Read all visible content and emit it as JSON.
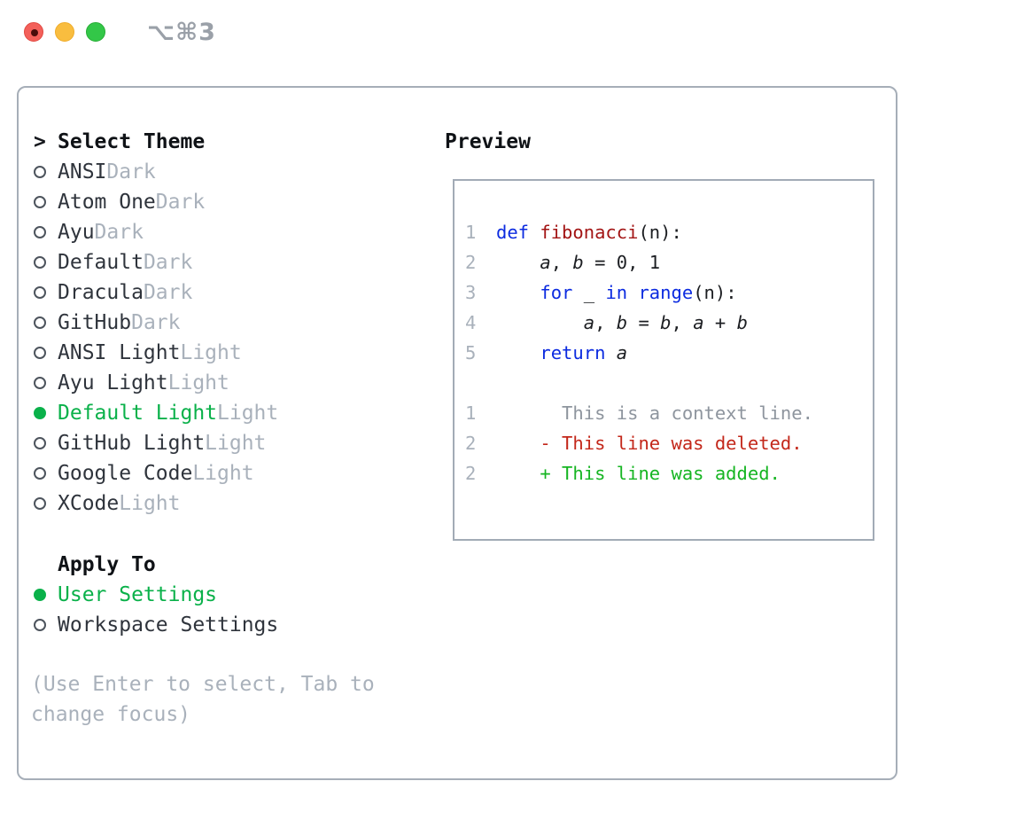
{
  "titlebar": {
    "title": "⌥⌘3"
  },
  "theme_panel": {
    "prompt": ">",
    "header": "Select Theme",
    "items": [
      {
        "name": "ANSI",
        "variant": "Dark",
        "selected": false
      },
      {
        "name": "Atom One",
        "variant": "Dark",
        "selected": false
      },
      {
        "name": "Ayu",
        "variant": "Dark",
        "selected": false
      },
      {
        "name": "Default",
        "variant": "Dark",
        "selected": false
      },
      {
        "name": "Dracula",
        "variant": "Dark",
        "selected": false
      },
      {
        "name": "GitHub",
        "variant": "Dark",
        "selected": false
      },
      {
        "name": "ANSI Light",
        "variant": "Light",
        "selected": false
      },
      {
        "name": "Ayu Light",
        "variant": "Light",
        "selected": false
      },
      {
        "name": "Default Light",
        "variant": "Light",
        "selected": true
      },
      {
        "name": "GitHub Light",
        "variant": "Light",
        "selected": false
      },
      {
        "name": "Google Code",
        "variant": "Light",
        "selected": false
      },
      {
        "name": "XCode",
        "variant": "Light",
        "selected": false
      }
    ]
  },
  "apply_panel": {
    "header": "Apply To",
    "options": [
      {
        "label": "User Settings",
        "selected": true
      },
      {
        "label": "Workspace Settings",
        "selected": false
      }
    ]
  },
  "hint": "(Use Enter to select, Tab to change focus)",
  "preview": {
    "header": "Preview",
    "code_lines": [
      {
        "num": "1",
        "tokens": [
          {
            "t": "def",
            "c": "kw"
          },
          {
            "t": " ",
            "c": "plain"
          },
          {
            "t": "fibonacci",
            "c": "fn"
          },
          {
            "t": "(n):",
            "c": "plain"
          }
        ]
      },
      {
        "num": "2",
        "tokens": [
          {
            "t": "    ",
            "c": "plain"
          },
          {
            "t": "a",
            "c": "var"
          },
          {
            "t": ", ",
            "c": "plain"
          },
          {
            "t": "b",
            "c": "var"
          },
          {
            "t": " = 0, 1",
            "c": "plain"
          }
        ]
      },
      {
        "num": "3",
        "tokens": [
          {
            "t": "    ",
            "c": "plain"
          },
          {
            "t": "for",
            "c": "kw"
          },
          {
            "t": " _ ",
            "c": "plain"
          },
          {
            "t": "in",
            "c": "kw"
          },
          {
            "t": " ",
            "c": "plain"
          },
          {
            "t": "range",
            "c": "kw"
          },
          {
            "t": "(n):",
            "c": "plain"
          }
        ]
      },
      {
        "num": "4",
        "tokens": [
          {
            "t": "        ",
            "c": "plain"
          },
          {
            "t": "a",
            "c": "var"
          },
          {
            "t": ", ",
            "c": "plain"
          },
          {
            "t": "b",
            "c": "var"
          },
          {
            "t": " = ",
            "c": "plain"
          },
          {
            "t": "b",
            "c": "var"
          },
          {
            "t": ", ",
            "c": "plain"
          },
          {
            "t": "a",
            "c": "var"
          },
          {
            "t": " + ",
            "c": "plain"
          },
          {
            "t": "b",
            "c": "var"
          }
        ]
      },
      {
        "num": "5",
        "tokens": [
          {
            "t": "    ",
            "c": "plain"
          },
          {
            "t": "return",
            "c": "kw"
          },
          {
            "t": " ",
            "c": "plain"
          },
          {
            "t": "a",
            "c": "var"
          }
        ]
      }
    ],
    "diff_lines": [
      {
        "num": "1",
        "kind": "context",
        "text": "      This is a context line."
      },
      {
        "num": "2",
        "kind": "deleted",
        "text": "    - This line was deleted."
      },
      {
        "num": "2",
        "kind": "added",
        "text": "    + This line was added."
      }
    ]
  },
  "colors": {
    "selection_green": "#0ab14a",
    "added_green": "#16b522",
    "deleted_red": "#c3271a",
    "keyword_blue": "#0c2be0",
    "function_red": "#a31515",
    "muted_gray": "#a9b1bb",
    "context_gray": "#8e959e",
    "border_gray": "#a2abb6",
    "traffic_red": "#f3605a",
    "traffic_yellow": "#f9bd3f",
    "traffic_green": "#33c748"
  }
}
